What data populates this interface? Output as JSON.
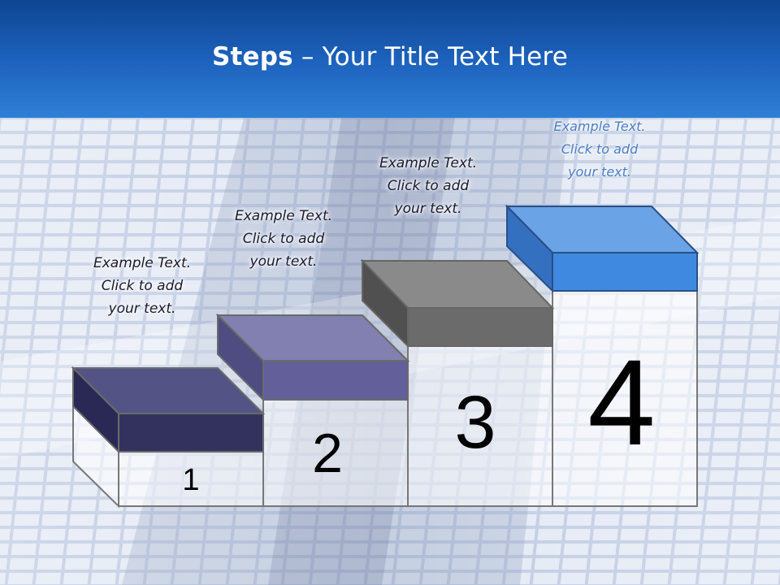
{
  "slide": {
    "title_bold": "Steps",
    "title_rest": " – Your Title Text Here"
  },
  "steps": [
    {
      "number": "1",
      "line1": "Example Text.",
      "line2": "Click  to add",
      "line3": "your text.",
      "color": "#33325e"
    },
    {
      "number": "2",
      "line1": "Example Text.",
      "line2": "Click  to add",
      "line3": "your text.",
      "color": "#625f9b"
    },
    {
      "number": "3",
      "line1": "Example Text.",
      "line2": "Click  to add",
      "line3": "your text.",
      "color": "#6b6b6b"
    },
    {
      "number": "4",
      "line1": "Example Text.",
      "line2": "Click  to add",
      "line3": "your text.",
      "color": "#3f8ae0"
    }
  ],
  "colors": {
    "header_top": "#0e4592",
    "header_bottom": "#2f7fd6",
    "highlight_text": "#4a7ec8"
  }
}
